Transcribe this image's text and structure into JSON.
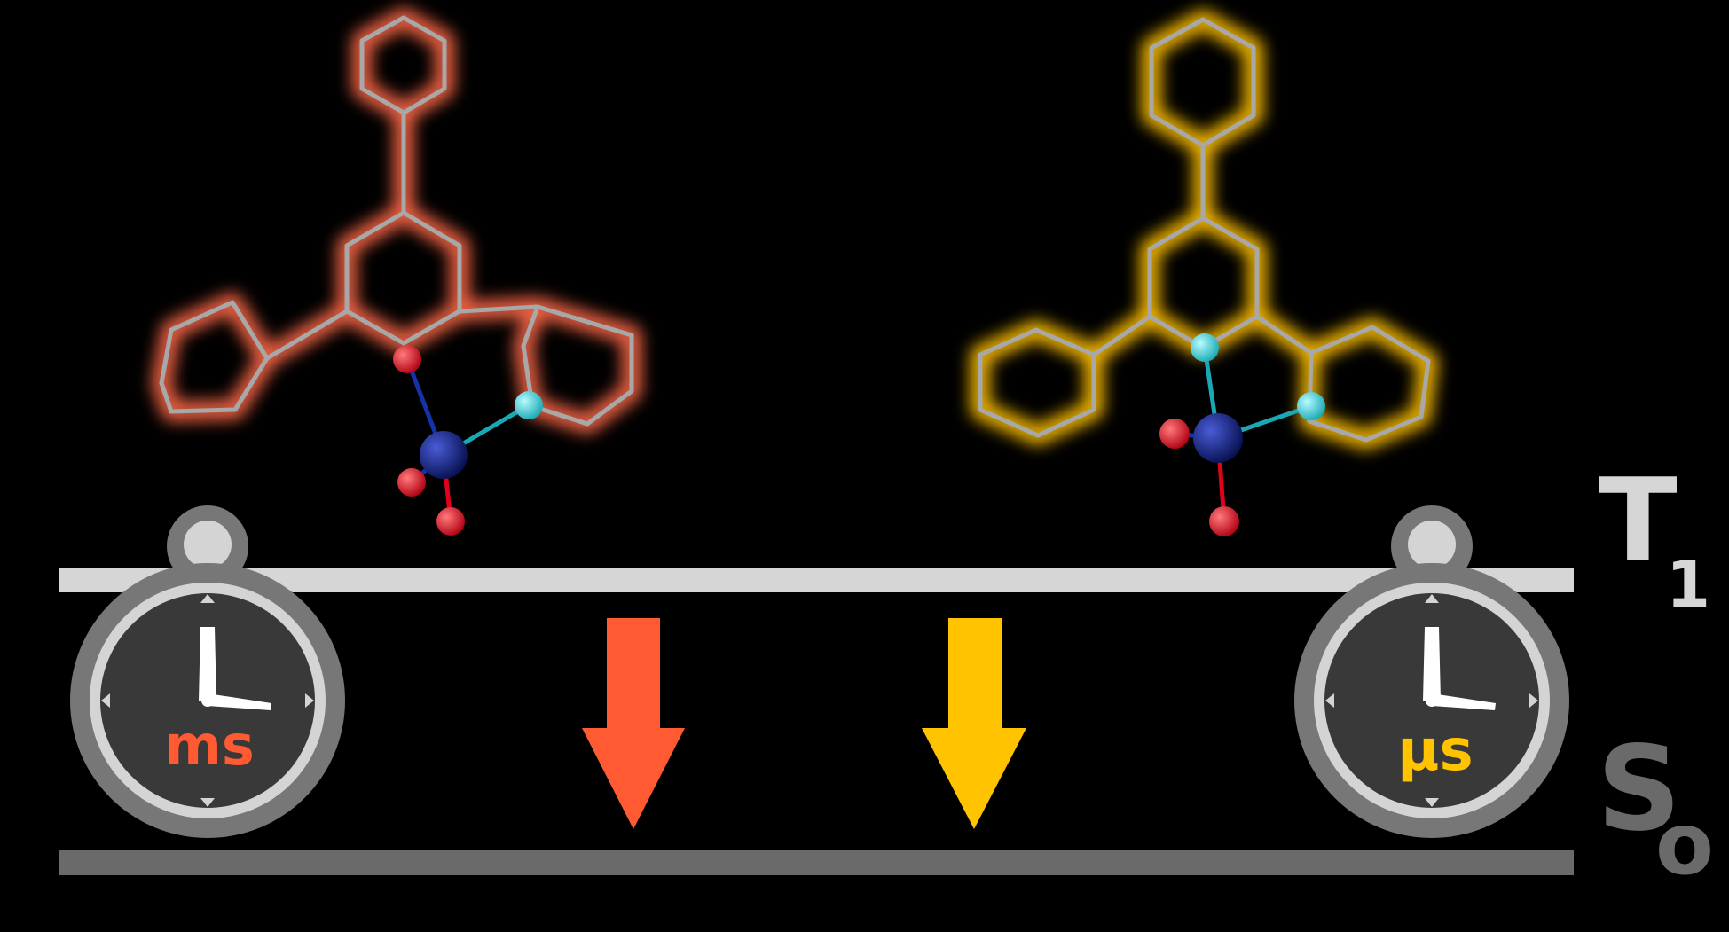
{
  "levels": {
    "upper_main": "T",
    "upper_sub": "1",
    "lower_main": "S",
    "lower_sub": "o"
  },
  "timers": {
    "left_unit": "ms",
    "right_unit": "µs"
  },
  "colors": {
    "background": "#000000",
    "t1_bar": "#d6d6d6",
    "s0_bar": "#6a6a6a",
    "left_emission": "#ff5a32",
    "right_emission": "#ffc300",
    "left_glow": "#ff6a4a",
    "right_glow": "#ffc000",
    "bond": "#a8a8a8",
    "metal": "#0c1a8c",
    "oxygen": "#e3001c",
    "nitrogen": "#36d1d8",
    "clock_outer": "#777777",
    "clock_inner": "#393939",
    "clock_ring": "#d4d4d4"
  },
  "icons": {
    "left_timer": "stopwatch-icon",
    "right_timer": "stopwatch-icon",
    "left_arrow": "arrow-down-icon",
    "right_arrow": "arrow-down-icon"
  }
}
